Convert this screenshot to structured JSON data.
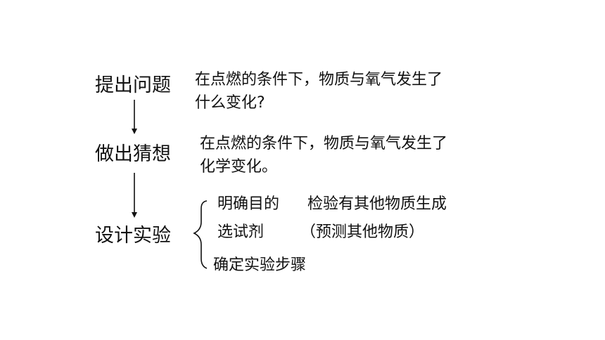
{
  "steps": [
    {
      "label": "提出问题",
      "lines": [
        "在点燃的条件下，物质与氧气发生了",
        "什么变化?"
      ]
    },
    {
      "label": "做出猜想",
      "lines": [
        "在点燃的条件下，物质与氧气发生了",
        "化学变化。"
      ]
    },
    {
      "label": "设计实验",
      "branches": [
        {
          "item": "明确目的",
          "detail": "检验有其他物质生成"
        },
        {
          "item": "选试剂",
          "detail": "（预测其他物质）"
        },
        {
          "item": "确定实验步骤"
        }
      ]
    }
  ],
  "colors": {
    "text": "#111111",
    "arrow": "#111111",
    "background": "#ffffff"
  }
}
